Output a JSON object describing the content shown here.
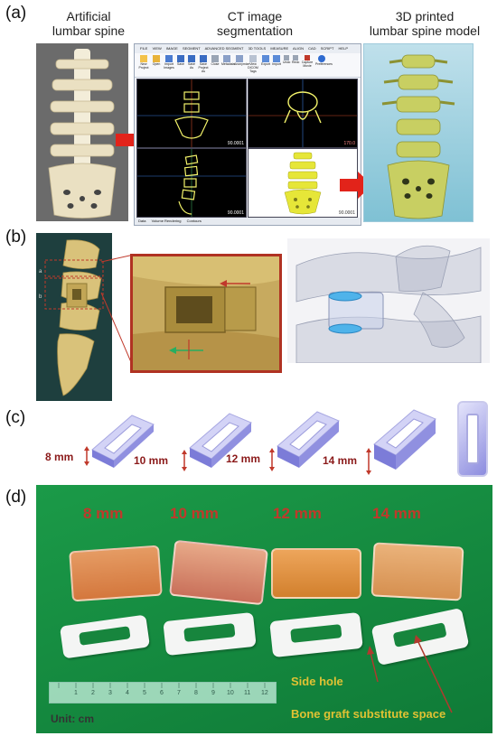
{
  "panel_a": {
    "label": "(a)",
    "captions": {
      "left": [
        "Artificial",
        "lumbar spine"
      ],
      "center": [
        "CT image",
        "segmentation"
      ],
      "right": [
        "3D printed",
        "lumbar spine model"
      ]
    },
    "software_window": {
      "menu": [
        "FILE",
        "VIEW",
        "IMAGE",
        "SEGMENT",
        "ADVANCED SEGMENT",
        "3D TOOLS",
        "MEASURE",
        "ALIGN",
        "CAD",
        "SCRIPT",
        "HELP"
      ],
      "ribbon_buttons": [
        "New Project",
        "Open",
        "Import Images",
        "Save",
        "Save As",
        "Save Project As",
        "Close",
        "Metadata",
        "Anonymize",
        "View DICOM Tags",
        "Export",
        "Import",
        "Undo",
        "Redo",
        "Capture Movie",
        "Preferences"
      ],
      "viewport_values": [
        "90.0001",
        "170.0",
        "90.0001",
        "90.0001"
      ],
      "tabs": [
        "Data",
        "Volume Rendering",
        "Contours"
      ]
    }
  },
  "panel_b": {
    "label": "(b)"
  },
  "panel_c": {
    "label": "(c)",
    "heights": [
      "8 mm",
      "10 mm",
      "12 mm",
      "14 mm"
    ]
  },
  "panel_d": {
    "label": "(d)",
    "heights": [
      "8 mm",
      "10 mm",
      "12 mm",
      "14 mm"
    ],
    "annotations": {
      "side_hole": "Side hole",
      "bone_graft": "Bone graft substitute space"
    },
    "unit": "Unit: cm",
    "ruler": [
      "1",
      "2",
      "3",
      "4",
      "5",
      "6",
      "7",
      "8",
      "9",
      "10",
      "11",
      "12"
    ]
  }
}
